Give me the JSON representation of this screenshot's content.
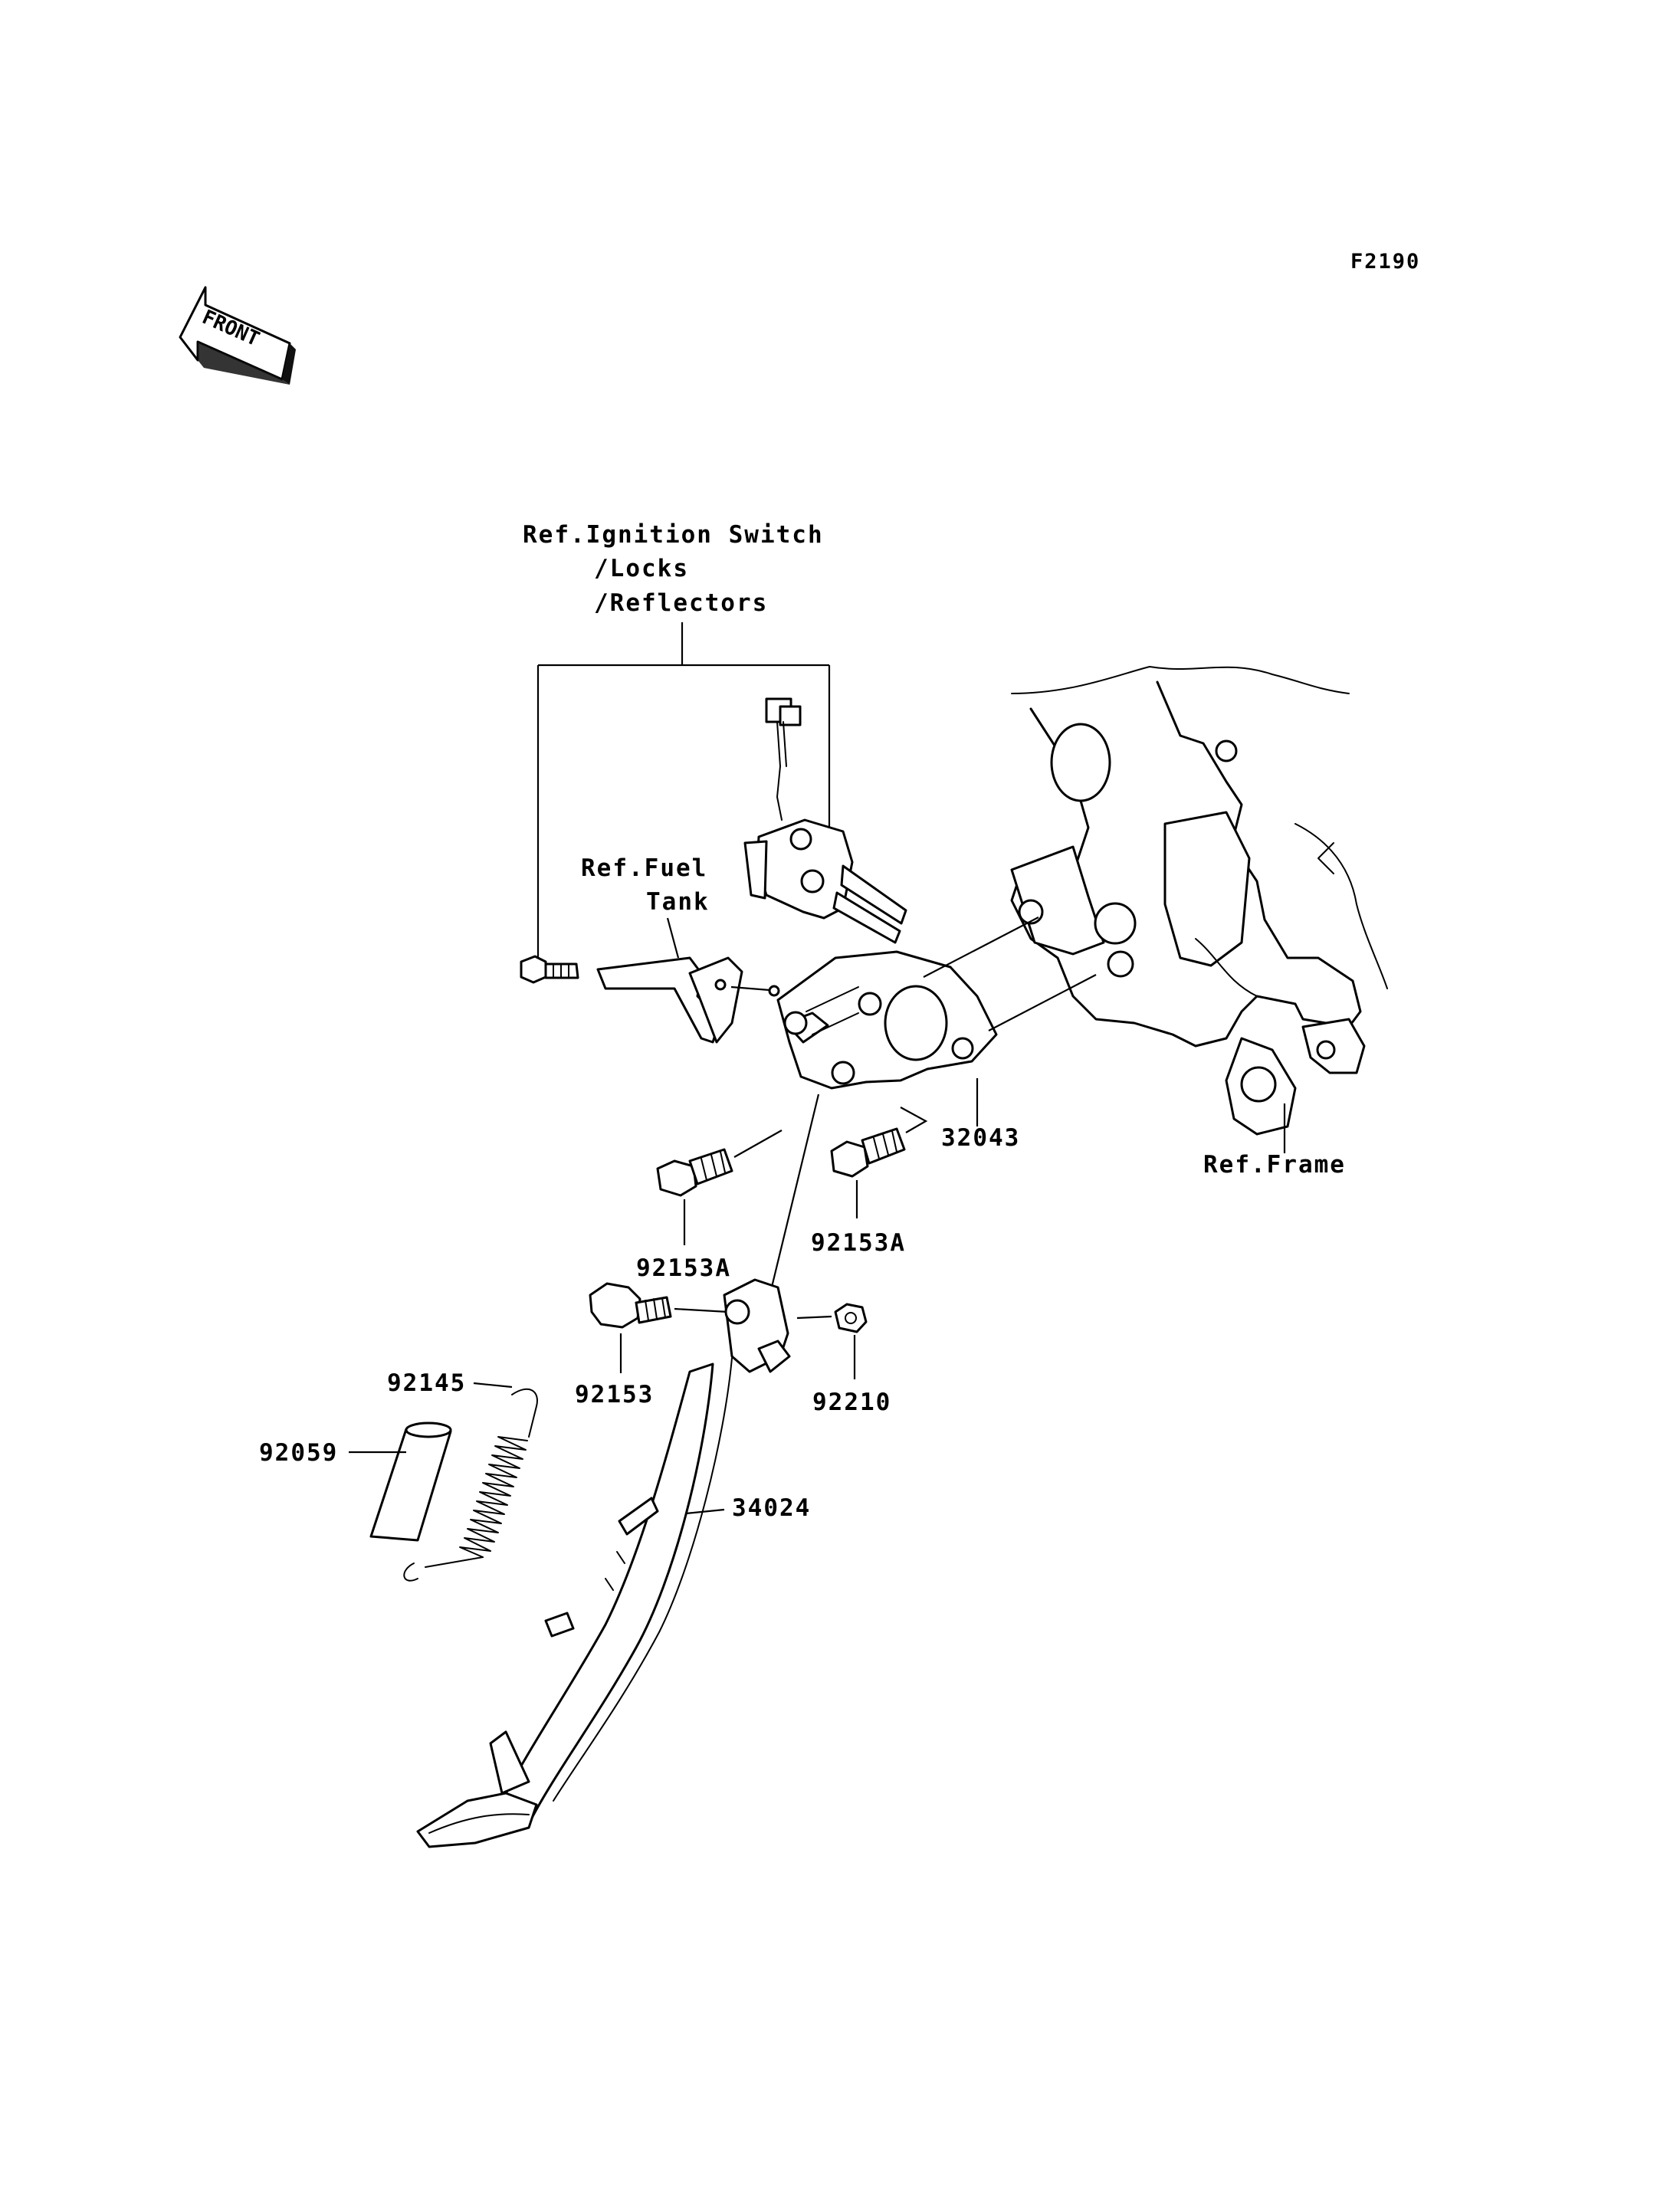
{
  "figure_code": "F2190",
  "front_badge": "FRONT",
  "references": {
    "ignition": [
      "Ref.Ignition Switch",
      "/Locks",
      "/Reflectors"
    ],
    "fuel_tank": [
      "Ref.Fuel",
      "Tank"
    ],
    "frame": "Ref.Frame"
  },
  "callouts": {
    "bracket": "32043",
    "bolt_left": "92153A",
    "bolt_right": "92153A",
    "pivot_bolt": "92153",
    "nut": "92210",
    "spring": "92145",
    "sleeve": "92059",
    "side_stand": "34024"
  }
}
